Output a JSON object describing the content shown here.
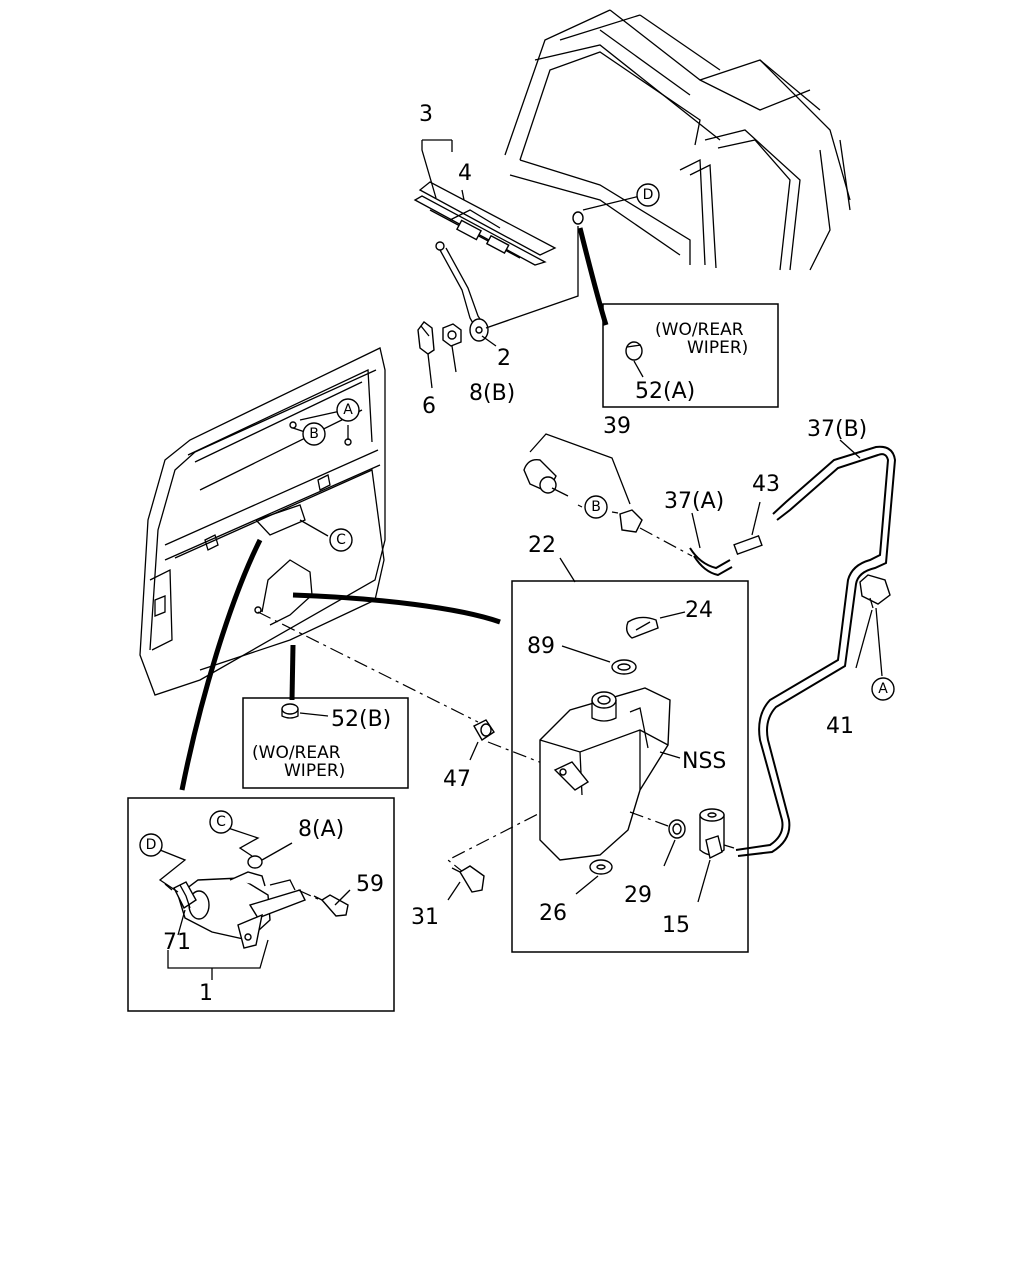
{
  "callouts": {
    "p3": "3",
    "p4": "4",
    "p2": "2",
    "p6": "6",
    "p8b": "8(B)",
    "p39": "39",
    "p37b": "37(B)",
    "p37a": "37(A)",
    "p43": "43",
    "p22": "22",
    "p24": "24",
    "p89": "89",
    "nss": "NSS",
    "p41": "41",
    "p47": "47",
    "p31": "31",
    "p26": "26",
    "p29": "29",
    "p15": "15",
    "p8a": "8(A)",
    "p59": "59",
    "p71": "71",
    "p1": "1"
  },
  "refs": {
    "a": "A",
    "b": "B",
    "c": "C",
    "d": "D"
  },
  "inset_top": {
    "line1": "(WO/REAR",
    "line2": "WIPER)",
    "part": "52(A)"
  },
  "inset_mid": {
    "line1": "(WO/REAR",
    "line2": "WIPER)",
    "part": "52(B)"
  }
}
